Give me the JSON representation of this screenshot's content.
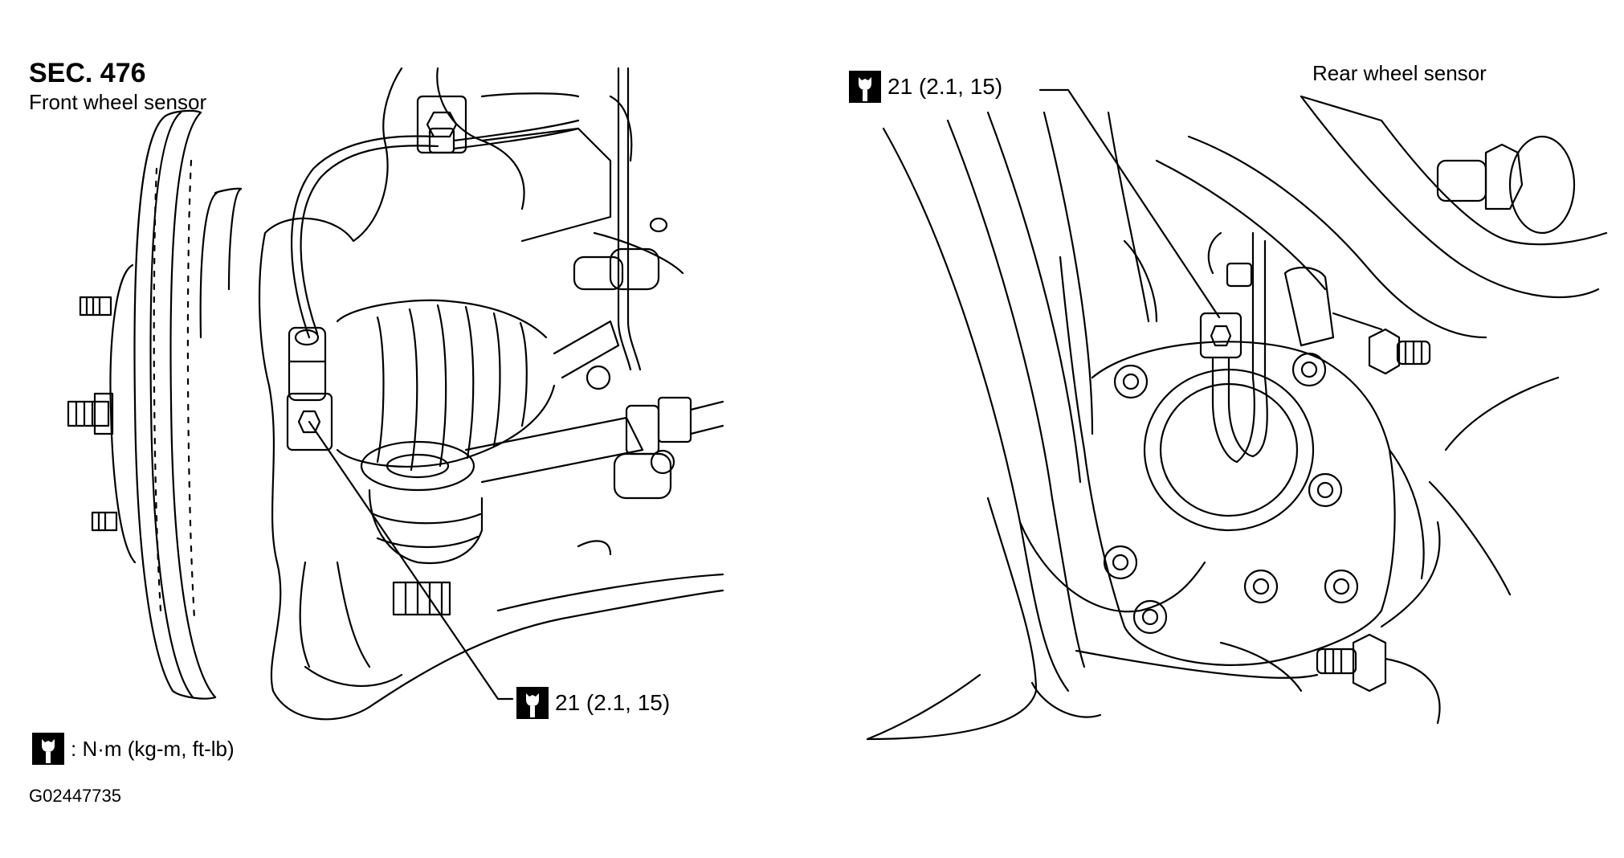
{
  "header": {
    "section": "SEC. 476",
    "front_label": "Front wheel sensor",
    "rear_label": "Rear wheel sensor"
  },
  "torque_front": {
    "value": "21 (2.1, 15)",
    "icon": "torque-wrench-icon"
  },
  "torque_rear": {
    "value": "21 (2.1, 15)",
    "icon": "torque-wrench-icon"
  },
  "legend": {
    "icon": "torque-wrench-icon",
    "text": ": N·m (kg-m, ft-lb)"
  },
  "figure_code": "G02447735"
}
